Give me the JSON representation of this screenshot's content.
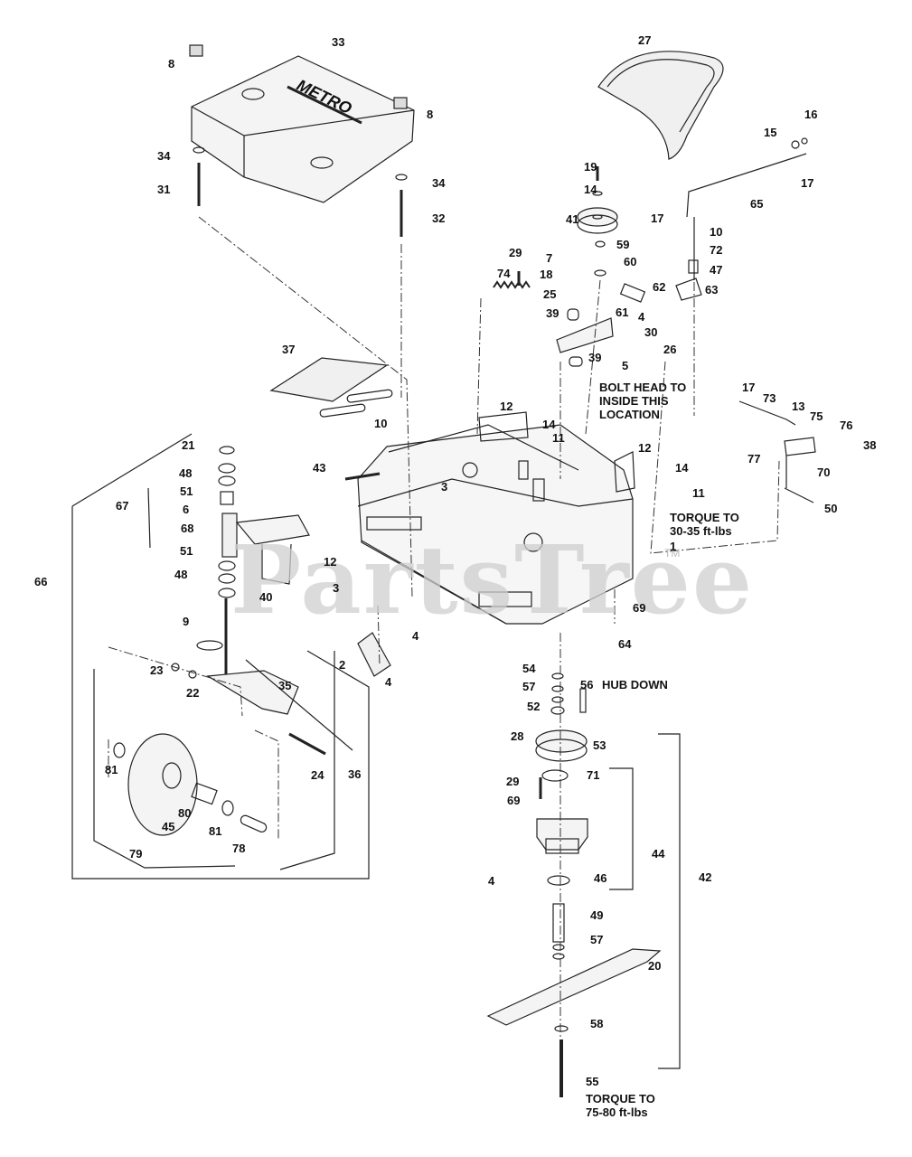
{
  "watermark": "PartsTree",
  "watermark_tm": "TM",
  "notes": {
    "bolt_head": [
      "BOLT HEAD TO",
      "INSIDE THIS",
      "LOCATION"
    ],
    "torque_deck": [
      "TORQUE TO",
      "30-35 ft-lbs"
    ],
    "hub_down": "HUB DOWN",
    "torque_blade": [
      "TORQUE TO",
      "75-80 ft-lbs"
    ],
    "metro_logo": "METRO"
  },
  "callouts": [
    "33",
    "8",
    "8",
    "34",
    "31",
    "34",
    "32",
    "27",
    "16",
    "15",
    "17",
    "65",
    "19",
    "14",
    "41",
    "17",
    "10",
    "72",
    "47",
    "59",
    "60",
    "63",
    "62",
    "29",
    "7",
    "18",
    "25",
    "74",
    "61",
    "39",
    "4",
    "30",
    "26",
    "39",
    "5",
    "37",
    "10",
    "12",
    "14",
    "11",
    "17",
    "73",
    "13",
    "75",
    "76",
    "38",
    "77",
    "70",
    "50",
    "21",
    "48",
    "51",
    "43",
    "3",
    "12",
    "14",
    "11",
    "67",
    "6",
    "68",
    "51",
    "48",
    "40",
    "12",
    "66",
    "1",
    "69",
    "64",
    "3",
    "9",
    "4",
    "4",
    "2",
    "23",
    "22",
    "35",
    "81",
    "24",
    "36",
    "80",
    "45",
    "81",
    "79",
    "78",
    "54",
    "56",
    "57",
    "52",
    "28",
    "53",
    "29",
    "71",
    "69",
    "44",
    "42",
    "4",
    "46",
    "49",
    "57",
    "20",
    "58",
    "55"
  ]
}
